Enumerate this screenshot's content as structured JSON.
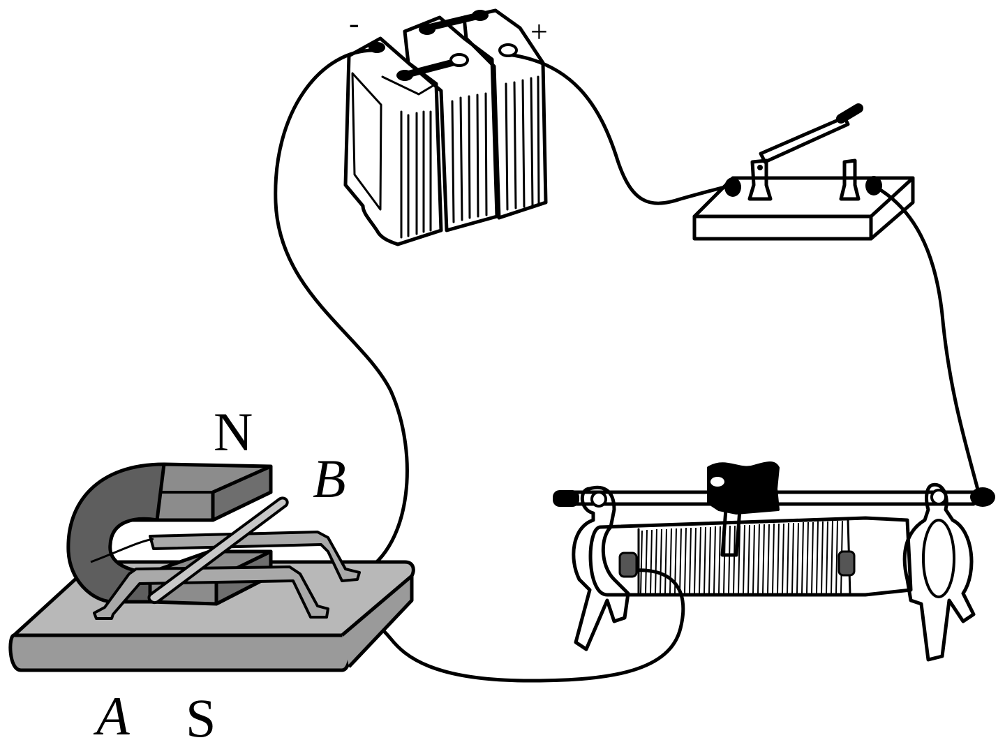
{
  "labels": {
    "battery_negative": "-",
    "battery_positive": "+",
    "magnet_north": "N",
    "magnet_south": "S",
    "rail_end_a": "A",
    "rod_b": "B"
  },
  "colors": {
    "ink": "#000000",
    "paper": "#ffffff",
    "base_gray": "#b8b8b8",
    "magnet_gray": "#8c8c8c",
    "magnet_dark": "#5e5e5e",
    "rail_gray": "#a9a9a9"
  }
}
